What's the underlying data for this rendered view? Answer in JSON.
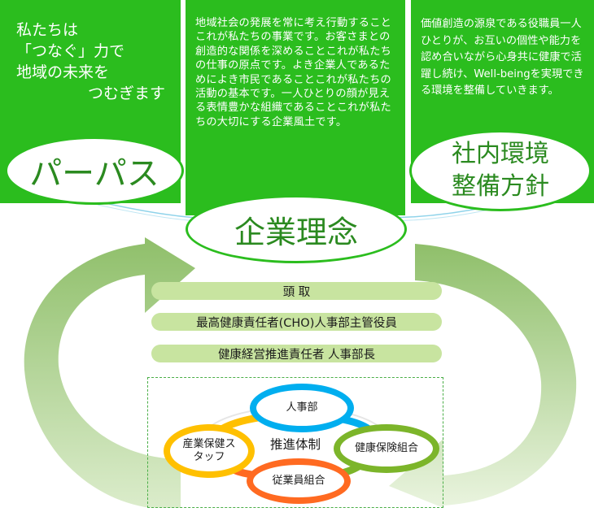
{
  "purpose": {
    "vision_lines": [
      "私たちは",
      "「つなぐ」力で",
      "地域の未来を",
      "つむぎます"
    ],
    "label": "パーパス"
  },
  "philosophy": {
    "text": "地域社会の発展を常に考え行動することこれが私たちの事業です。お客さまとの創造的な関係を深めることこれが私たちの仕事の原点です。よき企業人であるためによき市民であることこれが私たちの活動の基本です。一人ひとりの顔が見える表情豊かな組織であることこれが私たちの大切にする企業風土です。",
    "label": "企業理念"
  },
  "policy": {
    "text": "価値創造の源泉である役職員一人ひとりが、お互いの個性や能力を認め合いながら心身共に健康で活躍し続け、Well-beingを実現できる環境を整備していきます。",
    "label_line1": "社内環境",
    "label_line2": "整備方針"
  },
  "hierarchy": [
    "頭 取",
    "最高健康責任者(CHO)人事部主管役員",
    "健康経営推進責任者 人事部長"
  ],
  "structure": {
    "center": "推進体制",
    "nodes": {
      "hr": "人事部",
      "staff": "産業保健スタッフ",
      "health": "健康保険組合",
      "union": "従業員組合"
    }
  },
  "colors": {
    "panel_green": "#2bbd1e",
    "bar_green": "#c8e4a0",
    "arrow_green": "#a6cc86",
    "node_blue": "#00aeef",
    "node_yellow": "#ffc000",
    "node_green": "#7cb52a",
    "node_orange": "#ff6a21"
  }
}
